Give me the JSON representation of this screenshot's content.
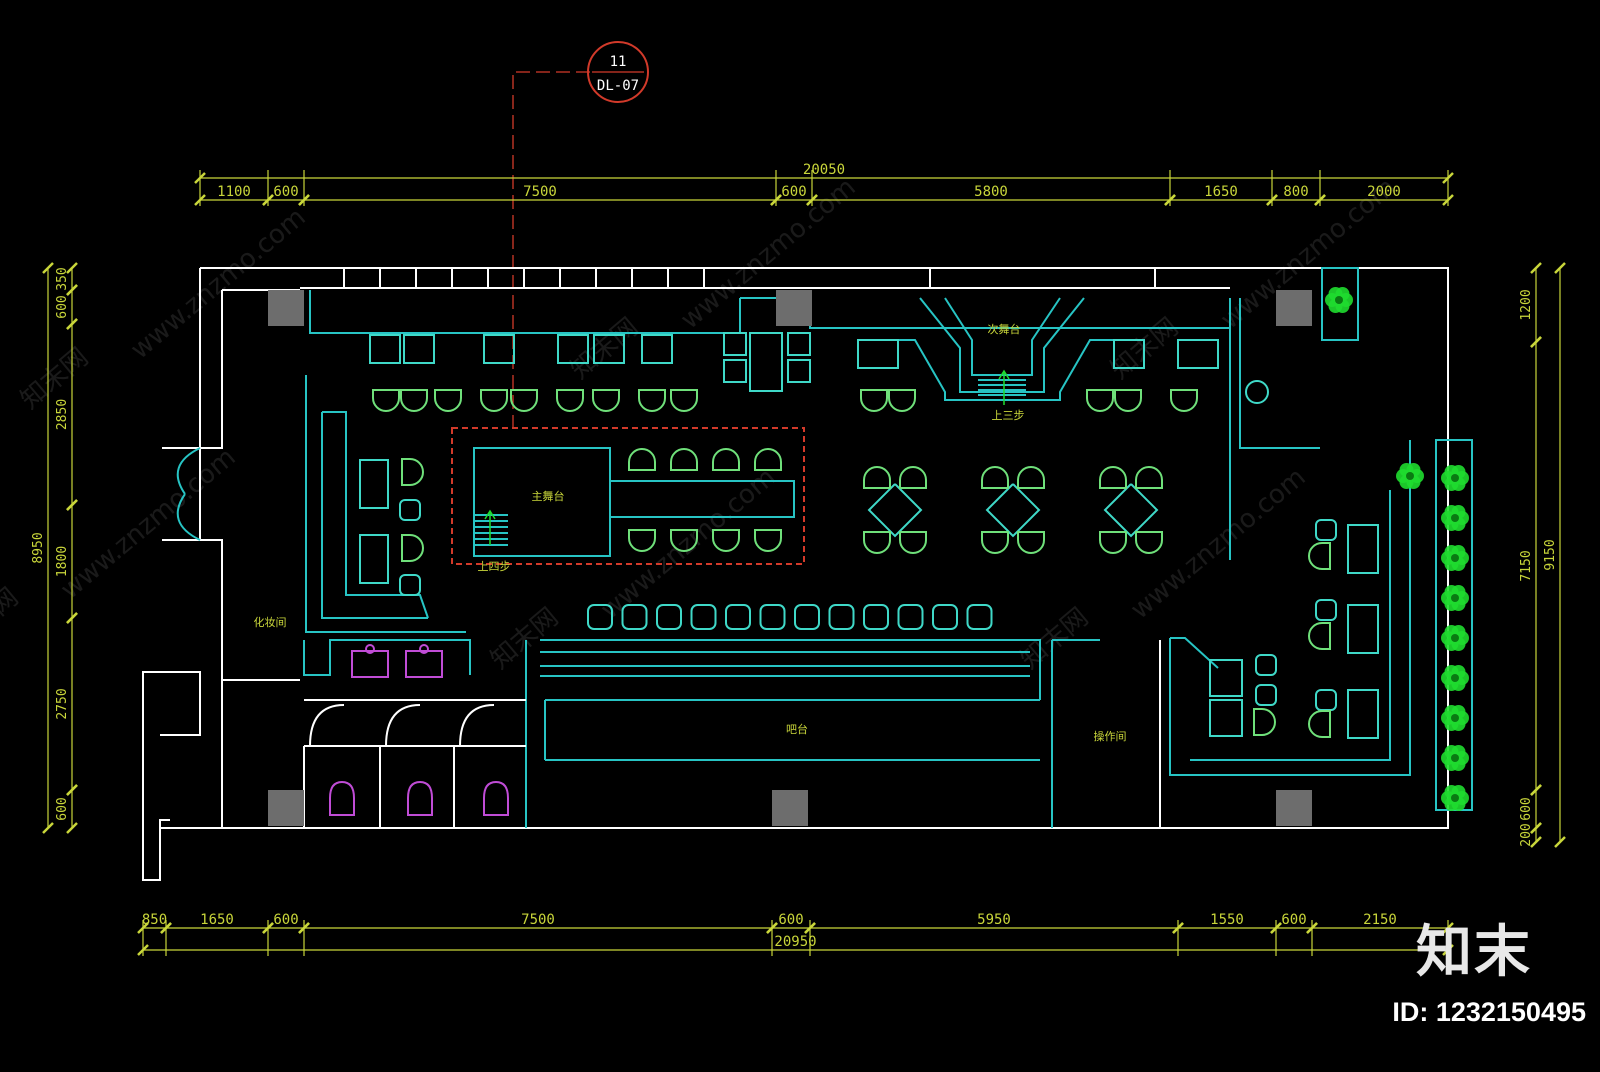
{
  "colors": {
    "background": "#000000",
    "wall": "#ffffff",
    "interior": "#27c4c4",
    "furniture": "#3fd9c8",
    "chairs": "#6fe07a",
    "dimension": "#c9d63a",
    "column": "#6d6d6d",
    "section_line": "#d23a2a",
    "sanitary": "#c04cd6",
    "plants": "#1fdc2f"
  },
  "section_marker": {
    "number": "11",
    "sheet": "DL-07"
  },
  "dimensions": {
    "top_overall": "20050",
    "top_segments": [
      "1100",
      "600",
      "7500",
      "600",
      "5800",
      "1650",
      "800",
      "2000"
    ],
    "bottom_overall": "20950",
    "bottom_segments": [
      "850",
      "1650",
      "600",
      "7500",
      "600",
      "5950",
      "1550",
      "600",
      "2150"
    ],
    "left_overall": "8950",
    "left_segments": [
      "350",
      "600",
      "2850",
      "1800",
      "2750",
      "600"
    ],
    "right_segments": [
      "1200",
      "7150",
      "600",
      "200"
    ],
    "right_overall": "9150"
  },
  "room_labels": {
    "main_counter": "主舞台",
    "secondary_stage": "次舞台",
    "bar": "吧台",
    "dressing_room": "化妆间",
    "operation_room": "操作间",
    "step_up_main": "上四步",
    "step_up_secondary": "上三步"
  },
  "watermarks": [
    "www.znzmo.com",
    "知末网"
  ],
  "brand": "知末",
  "image_id": "ID: 1232150495",
  "icons": [
    "section-marker-icon",
    "toilet-icon",
    "sink-icon",
    "plant-icon",
    "up-arrow-icon"
  ]
}
